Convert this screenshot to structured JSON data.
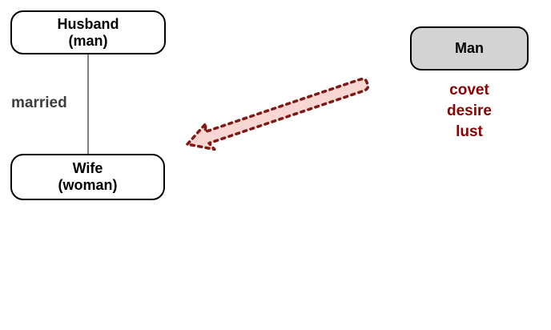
{
  "nodes": {
    "husband": {
      "line1": "Husband",
      "line2": "(man)"
    },
    "wife": {
      "line1": "Wife",
      "line2": "(woman)"
    },
    "man": {
      "label": "Man"
    }
  },
  "edges": {
    "married": {
      "label": "married"
    }
  },
  "annotations": {
    "covet": {
      "line1": "covet",
      "line2": "desire",
      "line3": "lust"
    }
  },
  "colors": {
    "canvas-bg": "#ffffff",
    "node-border": "#000000",
    "node-fill": "#ffffff",
    "man-fill": "#d3d3d3",
    "edge-gray": "#7f7f7f",
    "married-text": "#3d3d3d",
    "covet-text": "#8b0000",
    "arrow-fill": "#f8d6d2",
    "arrow-stroke": "#801815"
  }
}
